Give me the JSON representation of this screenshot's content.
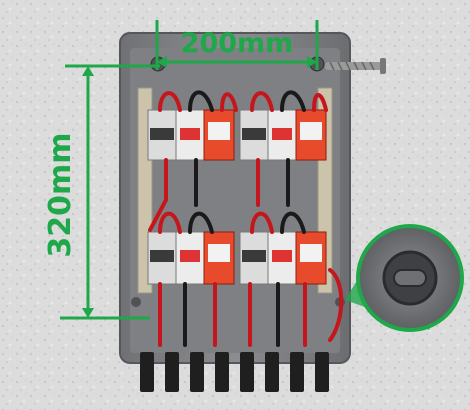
{
  "dimensions": {
    "width_label": "200mm",
    "height_label": "320mm"
  },
  "colors": {
    "wall": "#d9d9d9",
    "enclosure": "#7b7d80",
    "enclosure_inner": "#8a8c8f",
    "dimension_green": "#1fa84a",
    "spd_red": "#e84a2c",
    "breaker_white": "#ececec",
    "wire_red": "#c4161c",
    "wire_black": "#1a1a1a",
    "din_rail": "#c9c1a8"
  },
  "icons": {
    "screw": "screw-icon",
    "zoom": "magnified-mounting-hole"
  }
}
